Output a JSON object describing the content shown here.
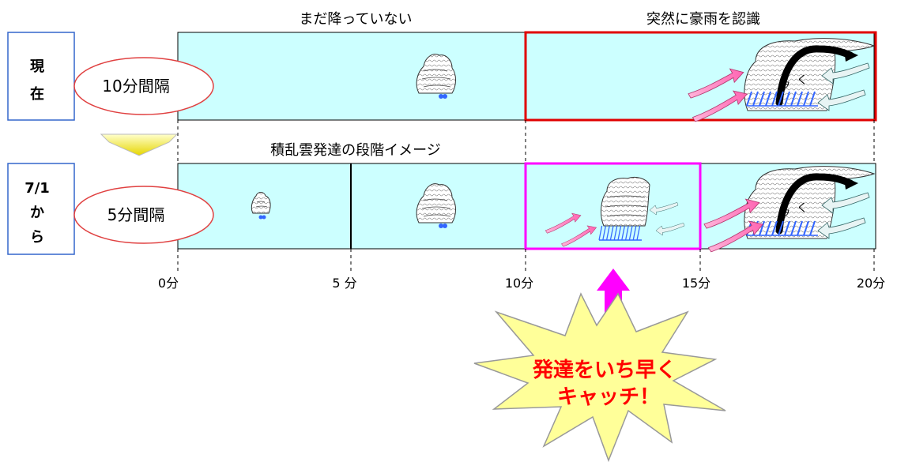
{
  "header": {
    "top_left": "まだ降っていない",
    "top_right": "突然に豪雨を認識",
    "middle": "積乱雲発達の段階イメージ"
  },
  "rows": [
    {
      "label_lines": [
        "現",
        "在"
      ],
      "interval": "10分間隔"
    },
    {
      "label_lines": [
        "7/1",
        "か",
        "ら"
      ],
      "interval": "5分間隔"
    }
  ],
  "timeline": {
    "ticks": [
      "0分",
      "5 分",
      "10分",
      "15分",
      "20分"
    ]
  },
  "callout": {
    "lines": [
      "発達をいち早く",
      "キャッチ！"
    ]
  },
  "colors": {
    "panel_fill": "#ccffff",
    "current_highlight": "#e00000",
    "new_highlight": "#ff00ff",
    "callout_fill": "#ffff99",
    "callout_text": "#ff0000",
    "arrow_magenta": "#ff00ff",
    "down_arrow": "#ffff66",
    "label_box_border": "#3366cc",
    "ellipse_border": "#e04040",
    "rain": "#3366ff",
    "inflow_arrow": "#ff99cc"
  },
  "icons": [
    "cumulonimbus-cloud-icon",
    "rain-streaks-icon",
    "inflow-arrow-icon",
    "down-arrow-icon",
    "explosion-burst-icon"
  ]
}
